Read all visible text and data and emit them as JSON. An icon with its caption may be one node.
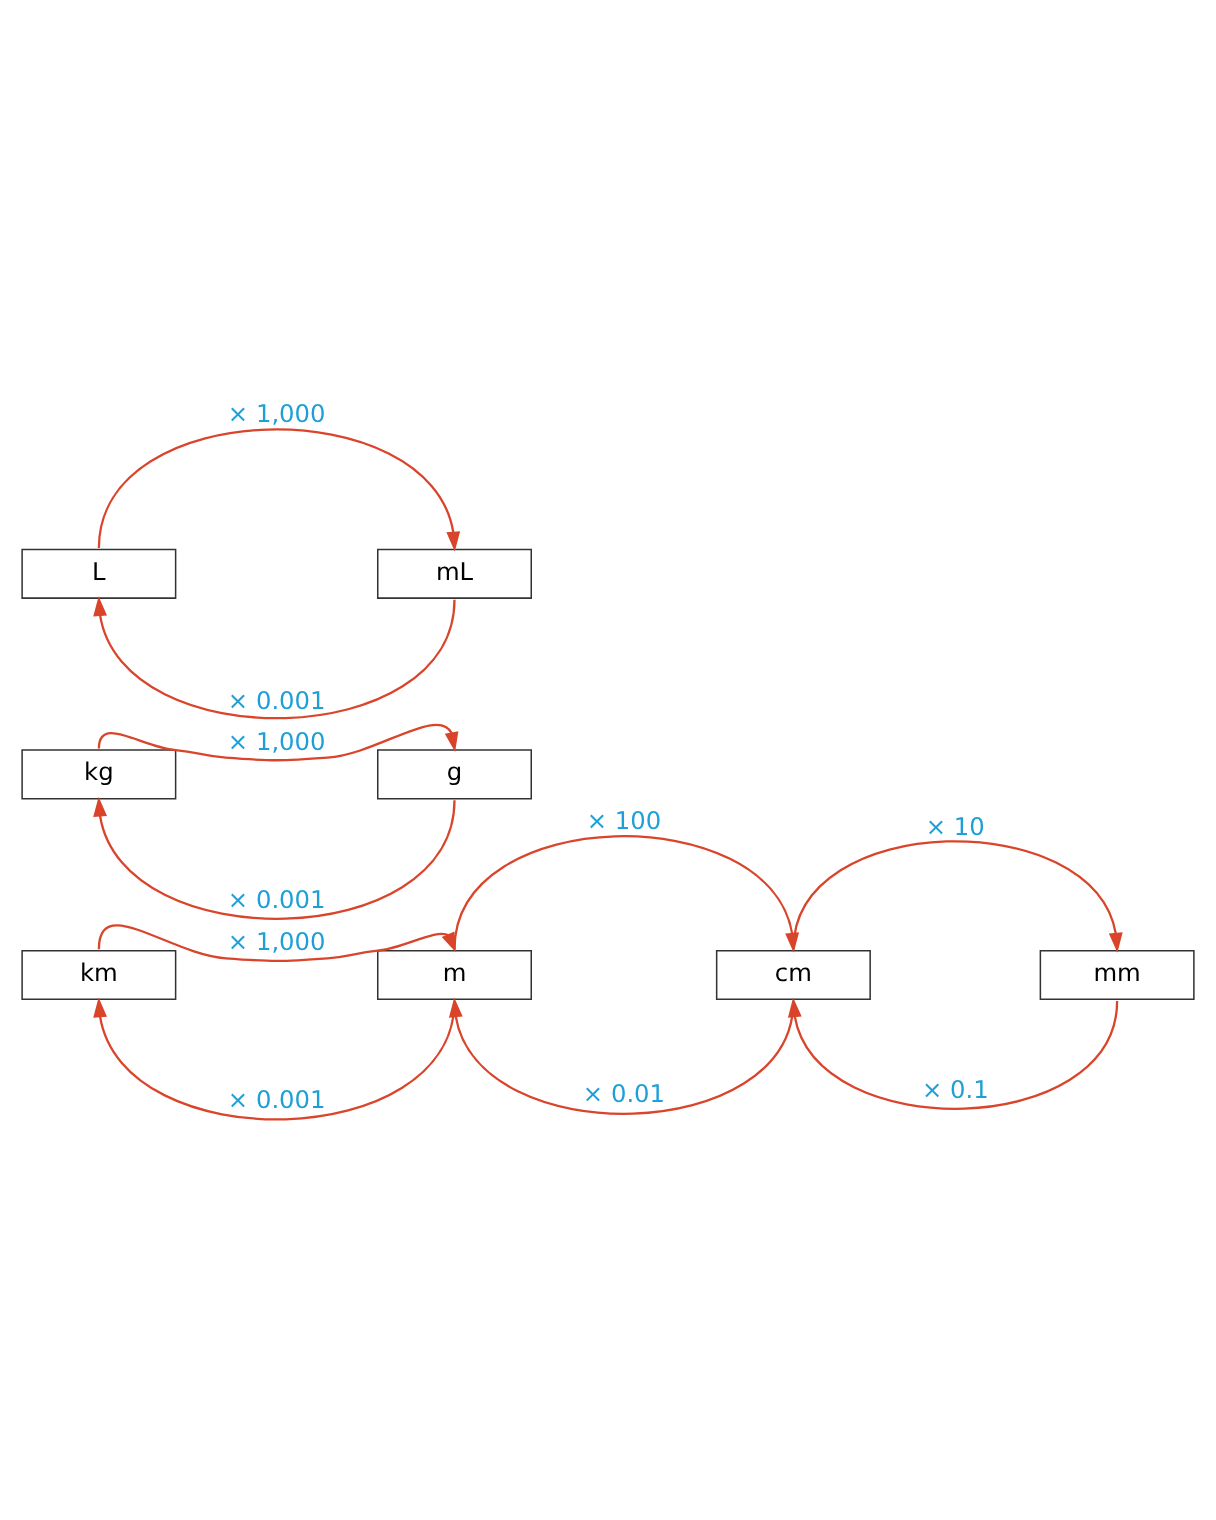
{
  "diagram": {
    "nodes": [
      {
        "text": [
          "km"
        ]
      },
      {
        "text": [
          "m"
        ]
      },
      {
        "text": [
          "cm"
        ]
      },
      {
        "text": [
          "mm"
        ]
      },
      {
        "text": [
          "kg"
        ]
      },
      {
        "text": [
          "g"
        ]
      },
      {
        "text": [
          "L"
        ]
      },
      {
        "text": [
          "mL"
        ]
      }
    ],
    "edges": [
      {
        "from": 0,
        "to": 1,
        "arrow": "to",
        "label": "× 1,000"
      },
      {
        "from": 1,
        "to": 2,
        "arrow": "to",
        "label": "× 100"
      },
      {
        "from": 2,
        "to": 3,
        "arrow": "to",
        "label": "× 10"
      },
      {
        "from": 1,
        "to": 0,
        "arrow": "to",
        "label": "× 0.001"
      },
      {
        "from": 2,
        "to": 1,
        "arrow": "to",
        "label": "× 0.01"
      },
      {
        "from": 3,
        "to": 2,
        "arrow": "to",
        "label": "× 0.1"
      },
      {
        "from": 4,
        "to": 5,
        "arrow": "to",
        "label": "× 1,000"
      },
      {
        "from": 5,
        "to": 4,
        "arrow": "to",
        "label": "× 0.001"
      },
      {
        "from": 6,
        "to": 7,
        "arrow": "to",
        "label": "× 1,000"
      },
      {
        "from": 7,
        "to": 6,
        "arrow": "to",
        "label": "× 0.001"
      }
    ]
  }
}
